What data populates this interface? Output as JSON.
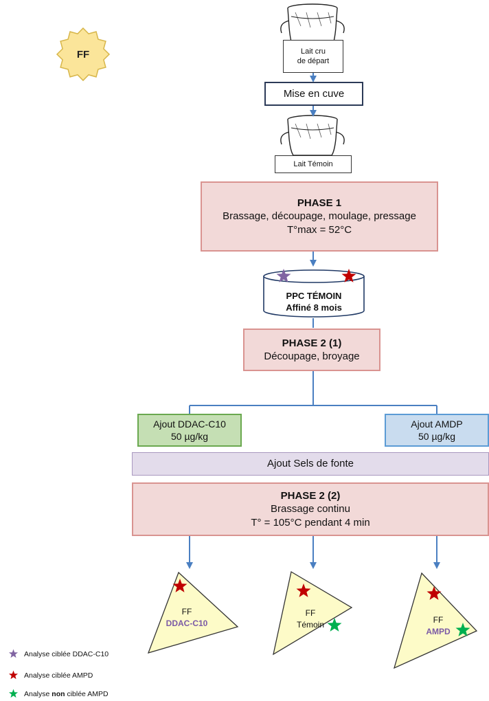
{
  "badge": {
    "label": "FF",
    "fill": "#fbe59a",
    "stroke": "#d7b64a"
  },
  "colors": {
    "arrow": "#4a7fc1",
    "phase_fill": "#f2d9d8",
    "phase_stroke": "#d99390",
    "green_fill": "#c5dfb4",
    "green_stroke": "#6aa84f",
    "blue_fill": "#c9dcef",
    "blue_stroke": "#5b9bd5",
    "lavender_fill": "#e3dceb",
    "triangle_fill": "#fdfbc8",
    "star_purple": "#8064a2",
    "star_red": "#c00000",
    "star_green": "#00b050"
  },
  "nodes": {
    "lait_cru": {
      "line1": "Lait cru",
      "line2": "de départ"
    },
    "mise_en_cuve": {
      "label": "Mise en cuve"
    },
    "lait_temoin": {
      "label": "Lait Témoin"
    },
    "phase1": {
      "title": "PHASE 1",
      "line1": "Brassage, découpage, moulage, pressage",
      "line2": "T°max = 52°C"
    },
    "ppc": {
      "line1": "PPC TÉMOIN",
      "line2": "Affiné 8 mois"
    },
    "phase2_1": {
      "title": "PHASE 2 (1)",
      "line1": "Découpage, broyage"
    },
    "ajout_ddac": {
      "title": "Ajout DDAC-C10",
      "line1": "50 µg/kg"
    },
    "ajout_amdp": {
      "title": "Ajout AMDP",
      "line1": "50 µg/kg"
    },
    "sels": {
      "label": "Ajout Sels de fonte"
    },
    "phase2_2": {
      "title": "PHASE 2 (2)",
      "line1": "Brassage continu",
      "line2": "T° = 105°C pendant 4 min"
    }
  },
  "products": [
    {
      "line1": "FF",
      "line2": "DDAC-C10"
    },
    {
      "line1": "FF",
      "line2": "Témoin"
    },
    {
      "line1": "FF",
      "line2": "AMPD"
    }
  ],
  "legend": [
    {
      "icon": "star-purple",
      "pre": "Analyse ciblée DDAC-C10",
      "bold": "",
      "post": ""
    },
    {
      "icon": "star-red",
      "pre": "Analyse ciblée AMPD",
      "bold": "",
      "post": ""
    },
    {
      "icon": "star-green",
      "pre": "Analyse ",
      "bold": "non",
      "post": " ciblée AMPD"
    }
  ]
}
